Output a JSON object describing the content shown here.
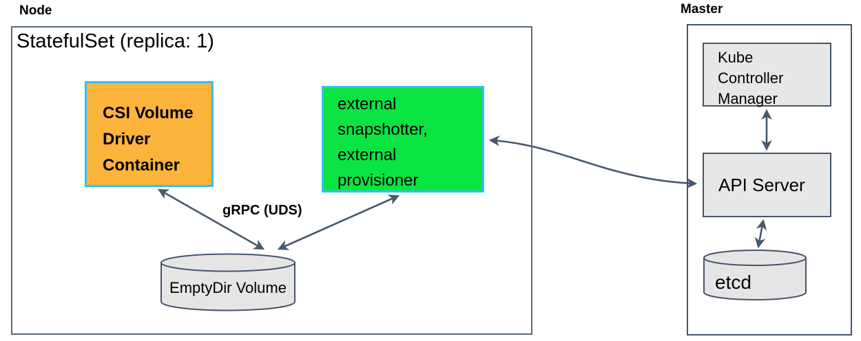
{
  "colors": {
    "orange_fill": "#fcb43d",
    "green_fill": "#0ae442",
    "cyan_border": "#35bef3",
    "grey_fill": "#e8e7e7",
    "cylinder_fill": "#e6e5e5",
    "slate_line": "#47586b",
    "dark_border": "#44546a",
    "node_box_border": "#5b6b7a",
    "text": "#000000"
  },
  "node": {
    "label": "Node",
    "statefulset_title": "StatefulSet (replica: 1)",
    "csi_container": {
      "label": "CSI Volume\nDriver\nContainer"
    },
    "sidecars": {
      "label": "external\nsnapshotter,\nexternal\nprovisioner"
    },
    "emptydir": {
      "label": "EmptyDir Volume"
    },
    "grpc_label": "gRPC (UDS)"
  },
  "master": {
    "label": "Master",
    "kube_controller_manager": {
      "label": "Kube\nController\nManager"
    },
    "api_server": {
      "label": "API Server"
    },
    "etcd": {
      "label": "etcd"
    }
  },
  "connections": [
    {
      "from": "csi-volume-driver-container",
      "to": "emptydir-volume",
      "bidirectional": true,
      "label": "gRPC (UDS)"
    },
    {
      "from": "external-snapshotter-provisioner",
      "to": "emptydir-volume",
      "bidirectional": true,
      "label": "gRPC (UDS)"
    },
    {
      "from": "external-snapshotter-provisioner",
      "to": "api-server",
      "bidirectional": true,
      "label": ""
    },
    {
      "from": "kube-controller-manager",
      "to": "api-server",
      "bidirectional": true,
      "label": ""
    },
    {
      "from": "api-server",
      "to": "etcd",
      "bidirectional": true,
      "label": ""
    }
  ]
}
